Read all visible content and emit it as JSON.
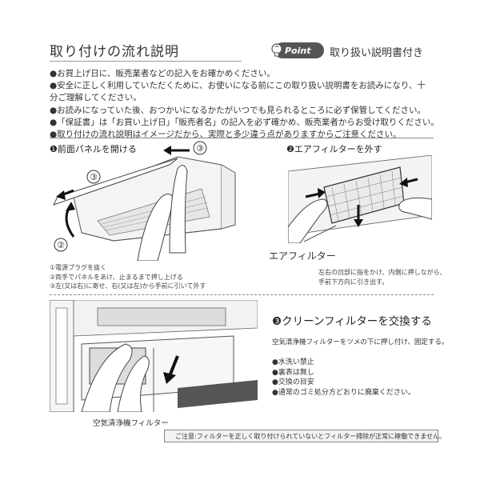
{
  "header": {
    "title": "取り付けの流れ説明",
    "point_badge": "Point",
    "manual_label": "取り扱い説明書付き"
  },
  "bullets": [
    "●お買上げ日に、販売業者などの記入をお確かめください。",
    "●安全に正しく利用していただくために、お使いになる前にこの取り扱い説明書をお読みになり、十",
    "分ご理解してください。",
    "●お読みになっていた後、おつかいになるかたがいつでも見られるところに必ず保管してください。",
    "●「保証書」は「お買い上げ日」「販売者名」の記入を必ず確かめ、販売業者からお受け取りください。",
    "●取り付けの流れ説明はイメージだから、実際と多少違う点がありますからご注意ください。"
  ],
  "step1": {
    "heading": "❶前面パネルを開ける",
    "notes": [
      "①電源プラグを抜く",
      "②両手でパネルをあけ、止まるまで押し上げる",
      "③左(又は右)に寄せ、右(又は左)から手前に引いて外す"
    ],
    "marks": [
      "③",
      "③",
      "②"
    ]
  },
  "step2": {
    "heading": "❷エアフィルターを外す",
    "callout": "エアフィルター",
    "notes": [
      "左右の凹部に指をかけ、内側に押しながら、",
      "手前下方向に引き出す。"
    ]
  },
  "step3": {
    "heading": "❸クリーンフィルターを交換する",
    "description": "空気清浄機フィルターをツメの下に押し付け、固定する。",
    "list": [
      "●水洗い禁止",
      "●裏表は無し",
      "●交換の目安",
      "●通常のゴミ処分方どおりに廃棄ください。"
    ],
    "callout": "空気清浄機フィルター"
  },
  "warning": {
    "text": "ご注意:フィルターを正しく取り付けられていないとフィルター掃除が正常に稼働できません。"
  },
  "icons": {
    "bulb": "lightbulb-icon",
    "warning": "warning-triangle-icon"
  }
}
